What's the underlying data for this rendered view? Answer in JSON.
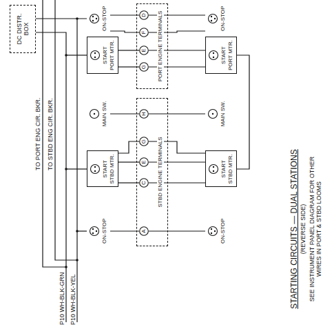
{
  "diagram": {
    "title": "STARTING CIRCUITS — DUAL STATIONS",
    "caption": "SEE INSTRUMENT PANEL DIAGRAM FOR OTHER WIRES IN PORT & STBD LOOMS",
    "nodes": [
      {
        "text": [
          "DC DISTR. BOX"
        ]
      },
      {
        "text": [
          "ON-STOP"
        ]
      },
      {
        "text": [
          "START",
          "STBD MTR."
        ]
      },
      {
        "text": [
          "MAIN SW."
        ]
      },
      {
        "text": [
          "START",
          "PORT MTR."
        ]
      },
      {
        "text": [
          "ON-STOP"
        ]
      },
      {
        "text": [
          "STBD ENGINE TERMINALS"
        ]
      },
      {
        "text": [
          "A"
        ],
        "in": 6
      },
      {
        "text": [
          "C"
        ],
        "in": 6
      },
      {
        "text": [
          "E"
        ],
        "in": 6
      },
      {
        "text": [
          "G"
        ],
        "in": 6
      },
      {
        "text": [
          "H"
        ],
        "in": 6
      },
      {
        "text": [
          "PORT ENGINE TERMINALS"
        ]
      },
      {
        "text": [
          "G"
        ],
        "in": 12
      },
      {
        "text": [
          "E"
        ],
        "in": 12
      },
      {
        "text": [
          "F"
        ],
        "in": 12
      },
      {
        "text": [
          "D"
        ],
        "in": 12
      },
      {
        "text": [
          "ON-STOP"
        ]
      },
      {
        "text": [
          "START",
          "STBD MTR."
        ]
      },
      {
        "text": [
          "MAIN SW."
        ]
      },
      {
        "text": [
          "START",
          "PORT MTR."
        ]
      },
      {
        "text": [
          "ON-STOP"
        ]
      }
    ],
    "edges": [
      {
        "from": 1,
        "to": 7,
        "arrow": "none"
      },
      {
        "from": 7,
        "to": 17,
        "arrow": "none"
      },
      {
        "from": 2,
        "to": 8,
        "arrow": "none"
      },
      {
        "from": 8,
        "to": 18,
        "arrow": "none"
      },
      {
        "from": 2,
        "to": 9,
        "arrow": "none"
      },
      {
        "from": 9,
        "to": 18,
        "arrow": "none"
      },
      {
        "from": 2,
        "to": 10,
        "arrow": "none"
      },
      {
        "from": 10,
        "to": 18,
        "arrow": "none"
      },
      {
        "from": 3,
        "to": 11,
        "arrow": "none"
      },
      {
        "from": 11,
        "to": 19,
        "arrow": "none"
      },
      {
        "from": 4,
        "to": 13,
        "arrow": "none"
      },
      {
        "from": 13,
        "to": 20,
        "arrow": "none"
      },
      {
        "from": 4,
        "to": 14,
        "arrow": "none"
      },
      {
        "from": 14,
        "to": 20,
        "arrow": "none"
      },
      {
        "from": 5,
        "to": 15,
        "arrow": "none"
      },
      {
        "from": 15,
        "to": 21,
        "arrow": "none"
      },
      {
        "from": 5,
        "to": 16,
        "arrow": "none"
      },
      {
        "from": 16,
        "to": 21,
        "arrow": "none"
      }
    ],
    "labels": [
      "TO PORT ENG CIR. BKR.",
      "TO STBD ENG CIR. BKR.",
      "P10 WH-BLK-GRN",
      "P10 WH-BLK-YEL",
      "(REVERSE SIDE)"
    ]
  }
}
